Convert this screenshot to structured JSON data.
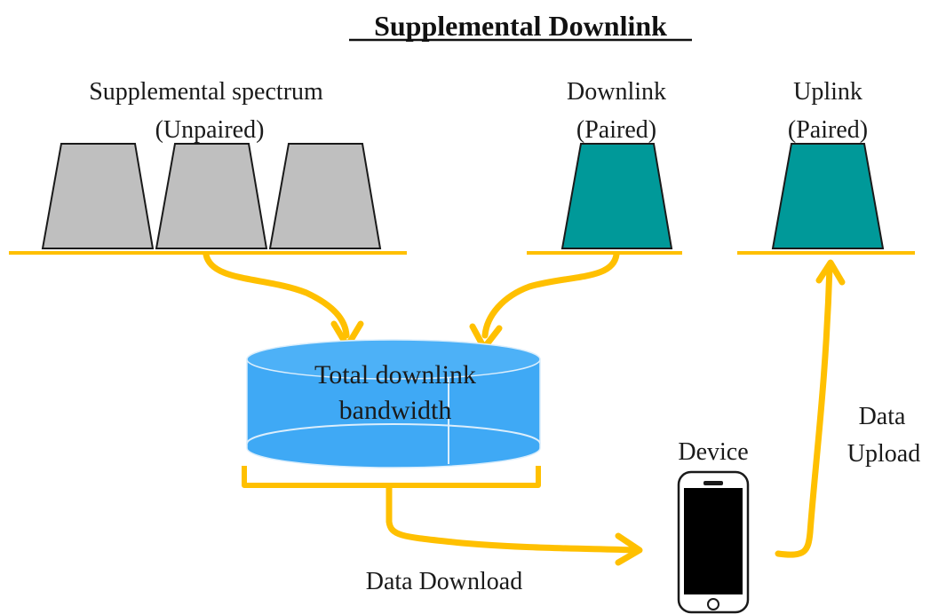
{
  "title": "Supplemental Downlink",
  "supplemental": {
    "line1": "Supplemental spectrum",
    "line2": "(Unpaired)"
  },
  "downlink": {
    "line1": "Downlink",
    "line2": "(Paired)"
  },
  "uplink": {
    "line1": "Uplink",
    "line2": "(Paired)"
  },
  "pool": {
    "line1": "Total downlink",
    "line2": "bandwidth"
  },
  "device": {
    "label": "Device"
  },
  "data_download": "Data Download",
  "data_upload": {
    "line1": "Data",
    "line2": "Upload"
  },
  "colors": {
    "arrow": "#FFC000",
    "unpaired_fill": "#BFBFBF",
    "paired_fill": "#009999",
    "drum_fill": "#3FA9F5",
    "drum_top": "#4DB1F7",
    "outline": "#1a1a1a"
  }
}
